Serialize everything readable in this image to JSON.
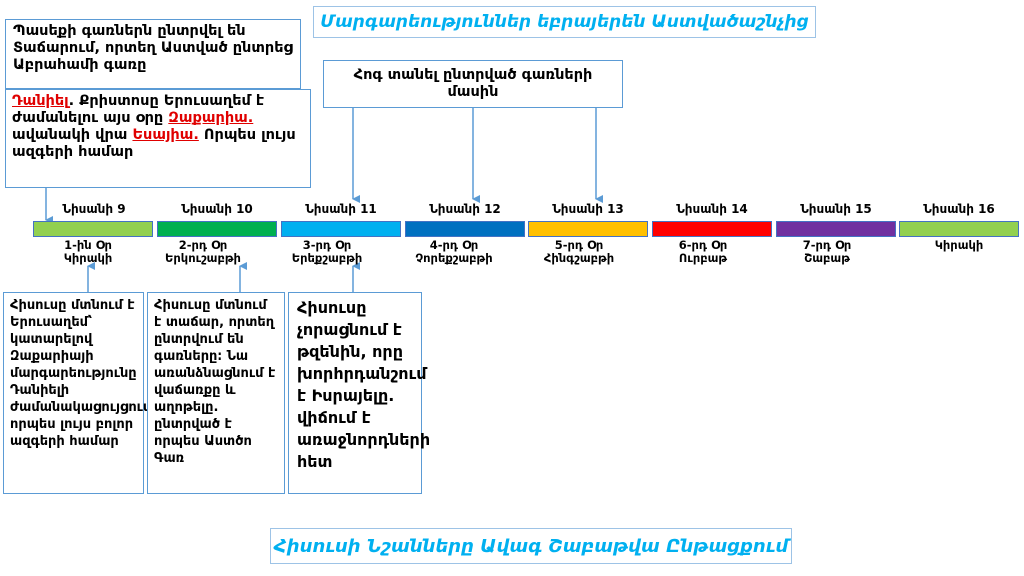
{
  "title_top": "Մարգարեություններ եբրայերեն Աստվածաշնչից",
  "title_bottom": "Հիսուսի Նշանները Ավագ Շաբաթվա Ընթացքում",
  "box_top_left": "Պասեքի գառներն ընտրվել են Տաճարում, որտեղ Աստված ընտրեց Աբրահամի գառը",
  "box_prophecy": {
    "daniel": "Դանիել",
    "text1": ". Քրիստոսը Երուսաղեմ է ժամանելու այս օրը",
    "zechariah": "Զաքարիա.",
    "text2": " ավանակի վրա",
    "isaiah": "Եսայիա.",
    "text3": " Որպես լույս ազգերի համար"
  },
  "box_concern": "Հոգ տանել ընտրված գառների մասին",
  "days": [
    {
      "label": "Նիսանի 9",
      "name": "1-ին Օր Կիրակի",
      "color": "#92d050"
    },
    {
      "label": "Նիսանի 10",
      "name": "2-րդ Օր Երկուշաբթի",
      "color": "#00b050"
    },
    {
      "label": "Նիսանի 11",
      "name": "3-րդ Օր Երեքշաբթի",
      "color": "#00b0f0"
    },
    {
      "label": "Նիսանի 12",
      "name": "4-րդ Օր Չորեքշաբթի",
      "color": "#0070c0"
    },
    {
      "label": "Նիսանի 13",
      "name": "5-րդ Օր Հինգշաբթի",
      "color": "#ffc000"
    },
    {
      "label": "Նիսանի 14",
      "name": "6-րդ Օր Ուրբաթ",
      "color": "#ff0000"
    },
    {
      "label": "Նիսանի 15",
      "name": "7-րդ Օր Շաբաթ",
      "color": "#7030a0"
    },
    {
      "label": "Նիսանի 16",
      "name": "Կիրակի",
      "color": "#92d050"
    }
  ],
  "detail1": "Հիսուսը մտնում է Երուսաղեմ՝ կատարելով Զաքարիայի մարգարեությունը Դանիելի ժամանակացույցում՝ որպես լույս բոլոր ազգերի համար",
  "detail2": "Հիսուսը մտնում է տաճար, որտեղ ընտրվում են գառները։ Նա առանձնացնում է վաճառքը և աղոթելը. ընտրված է որպես Աստծո Գառ",
  "detail3": "Հիսուսը չորացնում է թզենին, որը խորհրդանշում է Իսրայելը. վիճում է առաջնորդների հետ"
}
